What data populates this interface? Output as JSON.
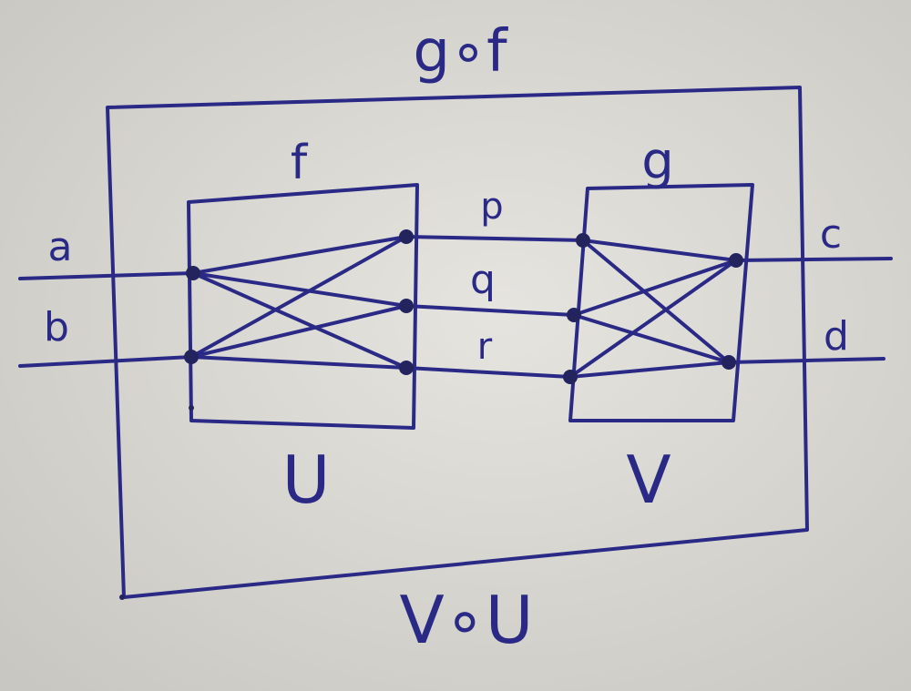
{
  "outer_box": {
    "top_label": "g∘f",
    "bottom_label": "V∘U"
  },
  "box_f": {
    "name": "f",
    "caption": "U"
  },
  "box_g": {
    "name": "g",
    "caption": "V"
  },
  "inputs": [
    "a",
    "b"
  ],
  "middle_wires": [
    "p",
    "q",
    "r"
  ],
  "outputs": [
    "c",
    "d"
  ],
  "colors": {
    "ink": "#2a2a86",
    "dot": "#23235e",
    "paper": "#d9d7d2"
  }
}
